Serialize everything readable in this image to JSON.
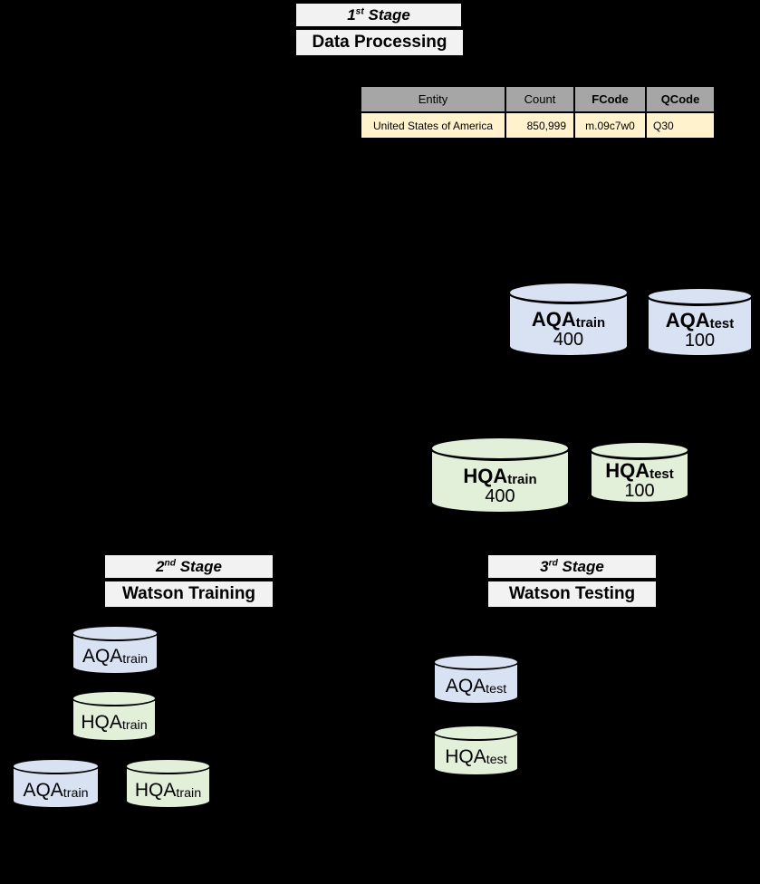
{
  "stages": {
    "stage1": {
      "title_num": "1",
      "title_sup": "st",
      "title_word": "Stage",
      "subtitle": "Data Processing"
    },
    "stage2": {
      "title_num": "2",
      "title_sup": "nd",
      "title_word": "Stage",
      "subtitle": "Watson Training"
    },
    "stage3": {
      "title_num": "3",
      "title_sup": "rd",
      "title_word": "Stage",
      "subtitle": "Watson Testing"
    }
  },
  "table": {
    "headers": [
      "Entity",
      "Count",
      "FCode",
      "QCode"
    ],
    "rows": [
      [
        "United States of America",
        "850,999",
        "m.09c7w0",
        "Q30"
      ]
    ]
  },
  "cylinders": {
    "aqa_train_400": {
      "name": "AQA",
      "sub": "train",
      "value": "400"
    },
    "aqa_test_100": {
      "name": "AQA",
      "sub": "test",
      "value": "100"
    },
    "hqa_train_400": {
      "name": "HQA",
      "sub": "train",
      "value": "400"
    },
    "hqa_test_100": {
      "name": "HQA",
      "sub": "test",
      "value": "100"
    },
    "stage2_aqa_train": {
      "name": "AQA",
      "sub": "train"
    },
    "stage2_hqa_train": {
      "name": "HQA",
      "sub": "train"
    },
    "stage2_aqa_train_bottom": {
      "name": "AQA",
      "sub": "train"
    },
    "stage2_hqa_train_bottom": {
      "name": "HQA",
      "sub": "train"
    },
    "stage3_aqa_test": {
      "name": "AQA",
      "sub": "test"
    },
    "stage3_hqa_test": {
      "name": "HQA",
      "sub": "test"
    }
  },
  "colors": {
    "background": "#000000",
    "box_fill": "#f2f2f2",
    "border": "#000000",
    "table_header_fill": "#a6a6a6",
    "table_row_fill": "#fff2cc",
    "blue_fill": "#d9e2f3",
    "green_fill": "#e2efd9"
  }
}
